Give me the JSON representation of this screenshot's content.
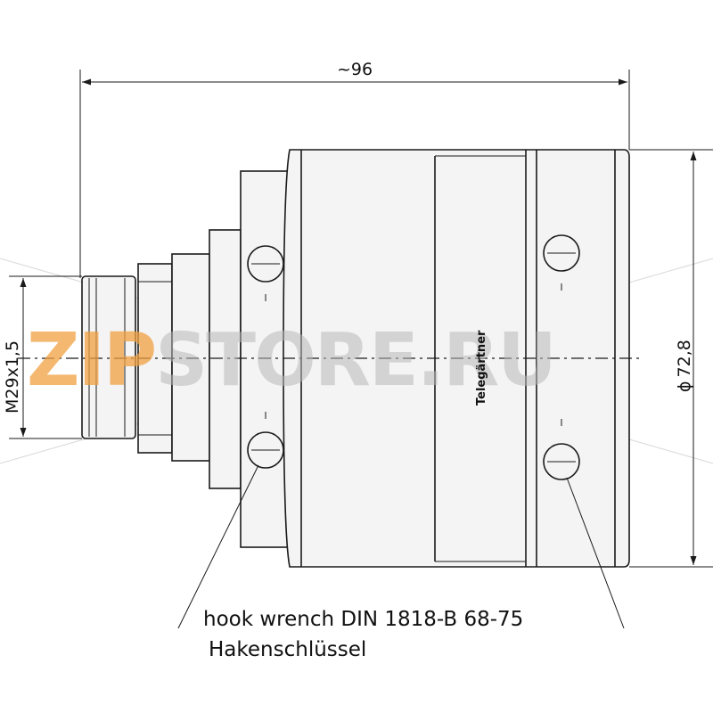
{
  "dimensions": {
    "length": "~96",
    "thread": "M29x1,5",
    "diameter": "72,8",
    "diameter_symbol": "ϕ"
  },
  "brand_marking": "Telegärtner",
  "callout": {
    "line1": "hook wrench DIN 1818-B 68-75",
    "line2": "Hakenschlüssel"
  },
  "watermark": {
    "text_zip": "ZIP",
    "text_rest": "STORE.RU",
    "color_zip": "#f0a040",
    "color_rest": "#b8b8b8"
  }
}
